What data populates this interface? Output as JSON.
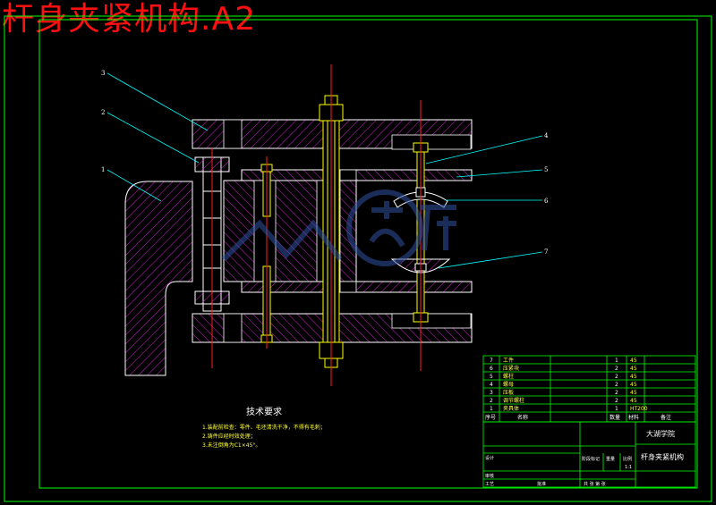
{
  "title": "杆身夹紧机构.A2",
  "balloons": [
    "1",
    "2",
    "3",
    "4",
    "5",
    "6",
    "7"
  ],
  "tech": {
    "heading": "技术要求",
    "items": [
      "1.装配前检查：零件、毛坯清洗干净，不得有毛刺；",
      "2.铸件应经时效处理；",
      "3.未注倒角为C1×45°。"
    ]
  },
  "bom": {
    "rows": [
      {
        "no": "7",
        "name": "工件",
        "qty": "1",
        "mat": "45"
      },
      {
        "no": "6",
        "name": "压紧块",
        "qty": "2",
        "mat": "45"
      },
      {
        "no": "5",
        "name": "螺柱",
        "qty": "2",
        "mat": "45"
      },
      {
        "no": "4",
        "name": "螺母",
        "qty": "2",
        "mat": "45"
      },
      {
        "no": "3",
        "name": "压板",
        "qty": "2",
        "mat": "45"
      },
      {
        "no": "2",
        "name": "调节螺柱",
        "qty": "2",
        "mat": "45"
      },
      {
        "no": "1",
        "name": "夹具体",
        "qty": "1",
        "mat": "HT200"
      }
    ],
    "header": [
      "序号",
      "名称",
      "数量",
      "材料",
      "备注"
    ]
  },
  "titleblock": {
    "school": "大湖学院",
    "drawing_name": "杆身夹紧机构",
    "stages": "阶段标记",
    "weight": "重量",
    "scale": "比例",
    "scale_value": "1:1",
    "design": "设计",
    "check": "审核",
    "craft": "工艺",
    "approve": "批准",
    "sheets": "共  张   第  张"
  },
  "colors": {
    "frame": "#00ff00",
    "hatch": "#d020d0",
    "center": "#ff2020",
    "bolt": "#ffff00",
    "leader": "#00ffff"
  }
}
